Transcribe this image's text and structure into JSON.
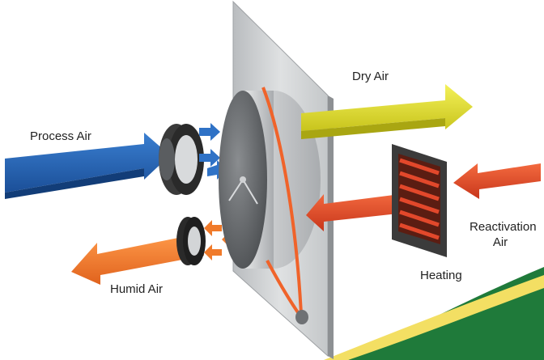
{
  "labels": {
    "process_air": "Process Air",
    "dry_air": "Dry Air",
    "humid_air": "Humid Air",
    "heating": "Heating",
    "reactivation_air_line1": "Reactivation",
    "reactivation_air_line2": "Air"
  },
  "colors": {
    "process_air": "#1e5aa8",
    "dry_air": "#e2de2a",
    "humid_air": "#f07a2a",
    "reactivation_air": "#e0451f",
    "belt": "#f0632a",
    "housing_panel": "#cfd1d3",
    "rotor": "#d6d8da",
    "seal_ring": "#2e2e2e",
    "heater_coil": "#d8402a",
    "accent_band": "#1f7a3a",
    "accent_band_light": "#f3df63"
  }
}
